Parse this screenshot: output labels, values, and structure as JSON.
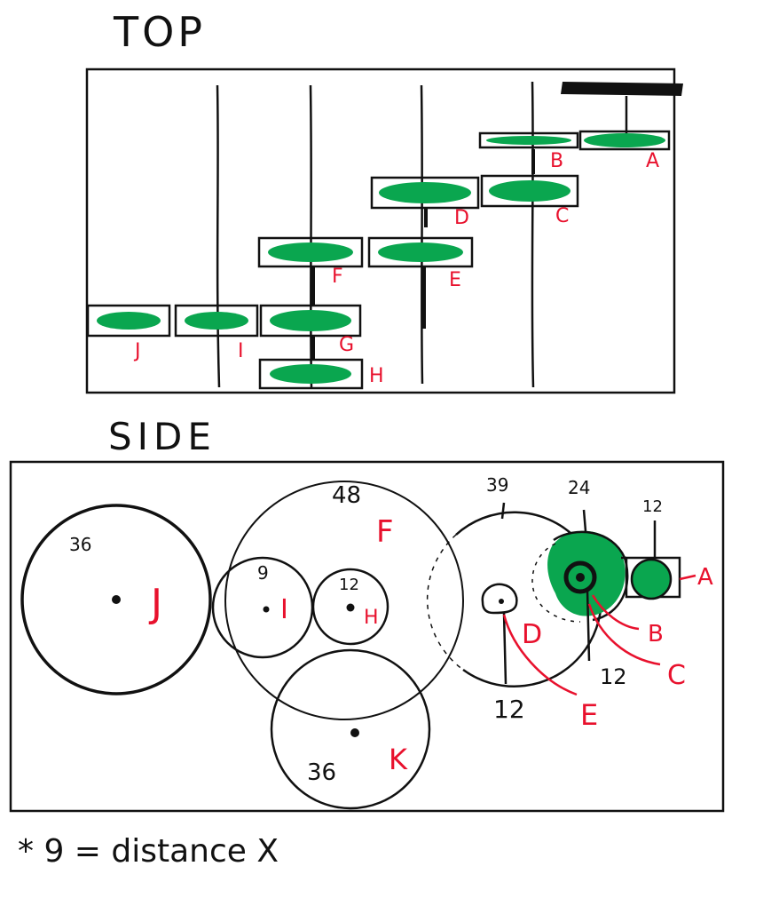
{
  "top_view": {
    "title": "TOP",
    "gear_labels": [
      "A",
      "B",
      "C",
      "D",
      "E",
      "F",
      "G",
      "H",
      "I",
      "J"
    ]
  },
  "side_view": {
    "title": "SIDE",
    "gears": [
      {
        "label": "J",
        "teeth": "36"
      },
      {
        "label": "I",
        "teeth": "9"
      },
      {
        "label": "H",
        "teeth": "12"
      },
      {
        "label": "F",
        "teeth": "48"
      },
      {
        "label": "K",
        "teeth": "36"
      },
      {
        "label": "D",
        "teeth": "39"
      },
      {
        "label": "E",
        "teeth": "12"
      },
      {
        "label": "C",
        "teeth": "24"
      },
      {
        "label": "B",
        "teeth": "12"
      },
      {
        "label": "A",
        "teeth": "12"
      }
    ]
  },
  "footnote": "* 9 = distance X",
  "colors": {
    "gear_fill": "#0aa64f",
    "label_red": "#e8112d",
    "ink": "#111111"
  }
}
